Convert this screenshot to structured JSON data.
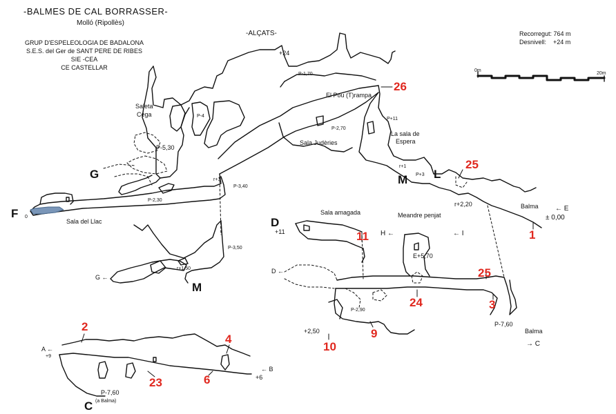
{
  "header": {
    "title": "-BALMES DE CAL BORRASSER-",
    "subtitle": "Molló (Ripollès)",
    "groups": [
      "GRUP D'ESPELEOLOGIA DE BADALONA",
      "S.E.S. del Ger de SANT PERE DE RIBES",
      "SIE -CEA",
      "CE CASTELLAR"
    ],
    "section_label": "-ALÇATS-"
  },
  "stats": {
    "recorregut": "Recorregut: 764 m",
    "desnivell_label": "Desnivell:",
    "desnivell_value": "+24 m"
  },
  "scale": {
    "start": "0m",
    "end": "20m"
  },
  "labels": {
    "plus24": "+24",
    "p170": "P-1,70",
    "pou": "El Pou (T)rampa",
    "p270": "P-2,70",
    "judes": "Sala Judèries",
    "p4": "P-4",
    "saleta": "Saleta",
    "cega": "Cega",
    "p530": "P-5,30",
    "p11": "P+11",
    "espera_1": "La sala de",
    "espera_2": "Espera",
    "r1_right": "r+1",
    "p3": "P+3",
    "r1_left": "r+1",
    "p340": "P-3,40",
    "p230": "P-2,30",
    "r220": "r+2,20",
    "balma_top": "Balma",
    "e_marker": "← E",
    "pm000": "± 0,00",
    "f_zero": "0",
    "llac": "Sala del Llac",
    "p350": "P-3,50",
    "r150": "r+1,50",
    "g_left": "G ←",
    "amagada": "Sala amagada",
    "plus11": "+11",
    "meandre": "Meandre penjat",
    "h_marker": "H ←",
    "i_marker": "← I",
    "e570": "E+5,70",
    "d_marker": "D ←",
    "p290": "P-2,90",
    "plus250": "+2,50",
    "p760_right": "P-7,60",
    "balma_right": "Balma",
    "c_marker": "→ C",
    "a_marker": "A ←",
    "plus9": "+9",
    "b_marker": "← B",
    "plus6": "+6",
    "p760_bottom": "P-7,60",
    "a_balma": "(a Balma)"
  },
  "letters": {
    "G": "G",
    "F": "F",
    "M": "M",
    "L": "L",
    "D": "D",
    "M2": "M",
    "C": "C"
  },
  "stations": {
    "s26": "26",
    "s25a": "25",
    "s1": "1",
    "s11": "11",
    "s25b": "25",
    "s24": "24",
    "s3": "3",
    "s9": "9",
    "s10": "10",
    "s2": "2",
    "s4": "4",
    "s23": "23",
    "s6": "6"
  },
  "colors": {
    "ink": "#111111",
    "station": "#e0281f",
    "water": "#7a96b8"
  }
}
